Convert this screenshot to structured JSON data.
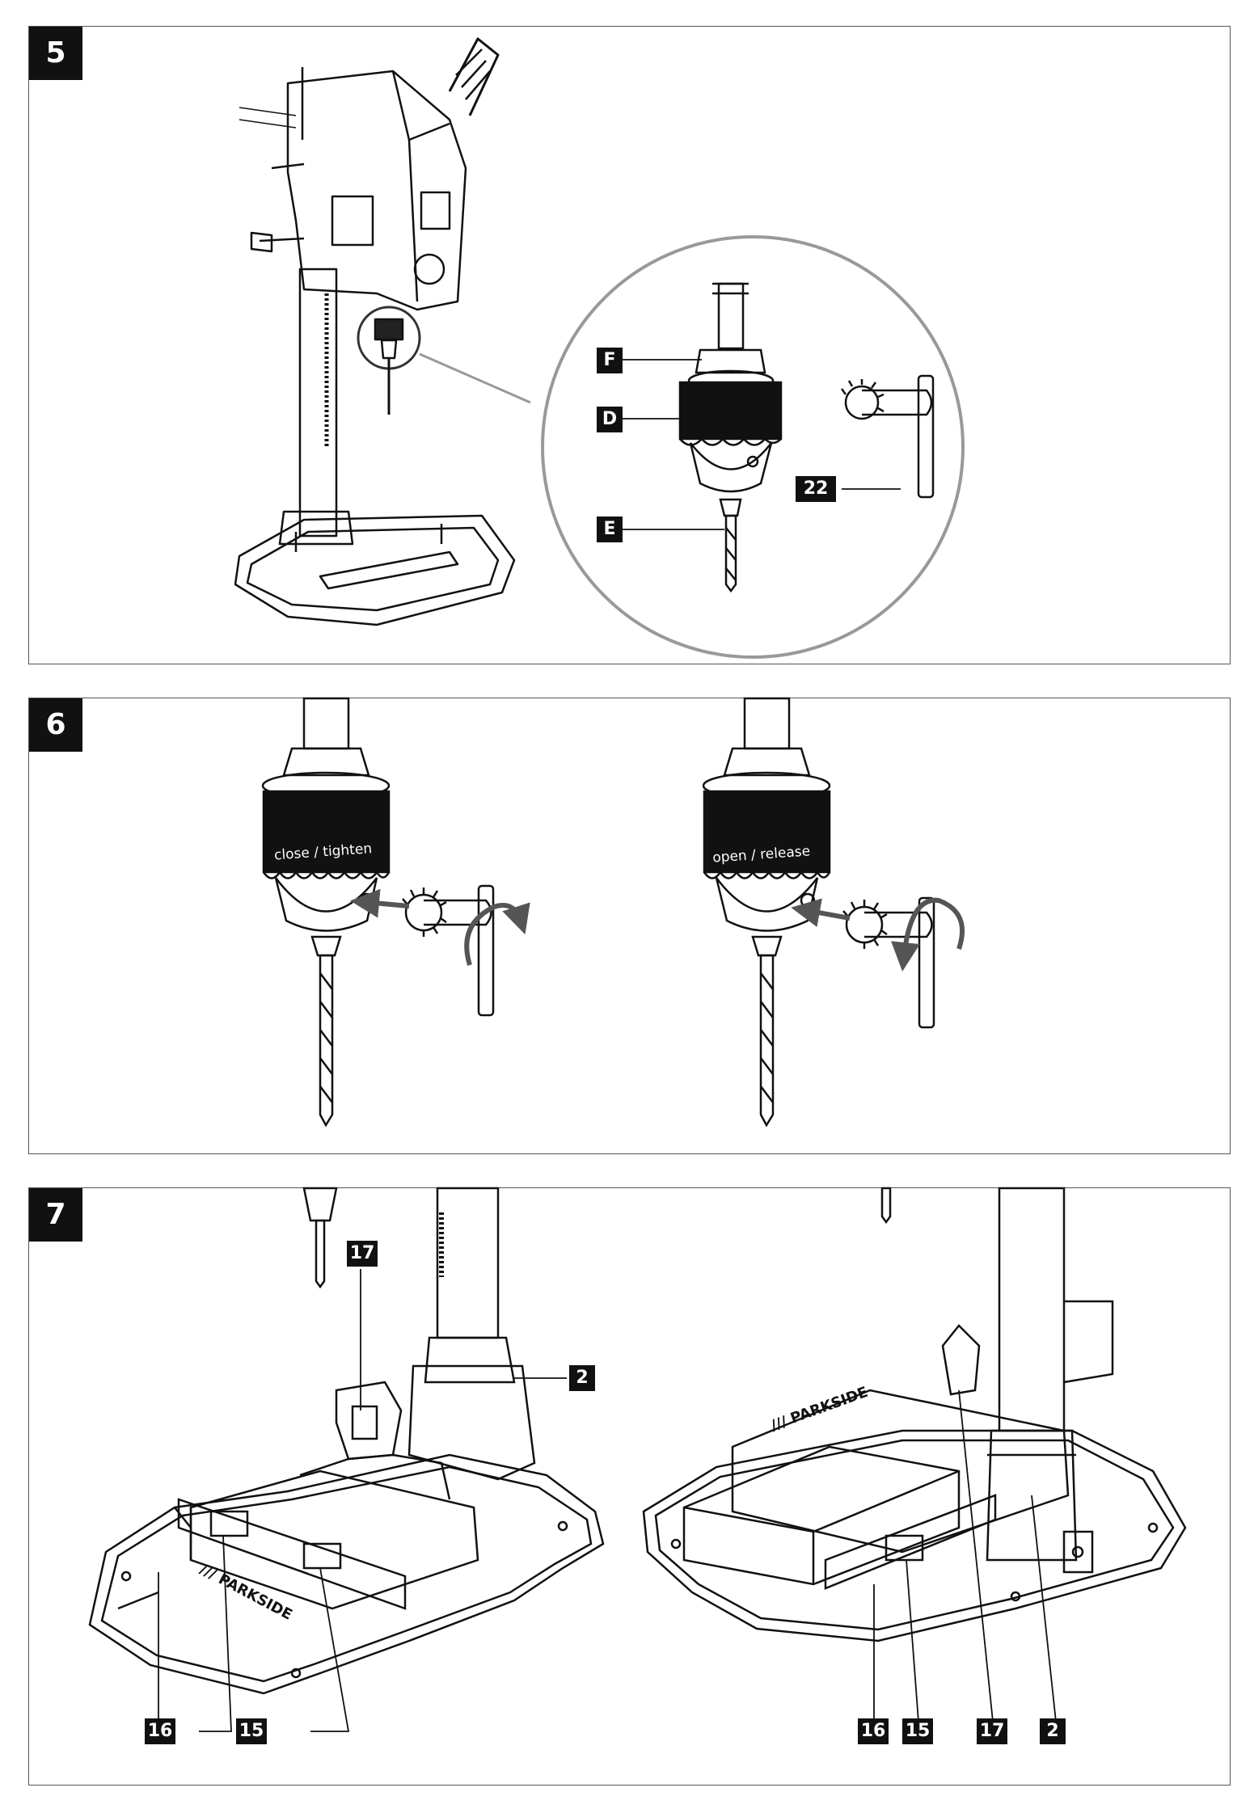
{
  "figures": [
    {
      "number": "5",
      "callouts": [
        "F",
        "D",
        "E",
        "22"
      ]
    },
    {
      "number": "6",
      "left_label": "close / tighten",
      "right_label": "open / release"
    },
    {
      "number": "7",
      "callouts_left": [
        "17",
        "2",
        "16",
        "15"
      ],
      "callouts_right": [
        "16",
        "15",
        "17",
        "2"
      ],
      "brand": "/// PARKSIDE"
    }
  ],
  "colors": {
    "ink": "#111111",
    "panel_border": "#555555",
    "zoom_circle": "#999999"
  }
}
